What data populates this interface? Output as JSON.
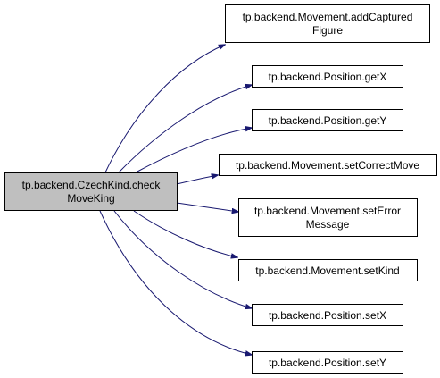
{
  "diagram": {
    "type": "call-graph",
    "colors": {
      "edge": "#191970",
      "root_fill": "#bfbfbf",
      "node_fill": "#ffffff",
      "node_border": "#000000"
    },
    "root": {
      "id": "root",
      "lines": [
        "tp.backend.CzechKind.check",
        "MoveKing"
      ]
    },
    "callees": [
      {
        "id": "add-captured-figure",
        "lines": [
          "tp.backend.Movement.addCaptured",
          "Figure"
        ]
      },
      {
        "id": "position-getx",
        "lines": [
          "tp.backend.Position.getX"
        ]
      },
      {
        "id": "position-gety",
        "lines": [
          "tp.backend.Position.getY"
        ]
      },
      {
        "id": "set-correct-move",
        "lines": [
          "tp.backend.Movement.setCorrectMove"
        ]
      },
      {
        "id": "set-error-message",
        "lines": [
          "tp.backend.Movement.setError",
          "Message"
        ]
      },
      {
        "id": "set-kind",
        "lines": [
          "tp.backend.Movement.setKind"
        ]
      },
      {
        "id": "position-setx",
        "lines": [
          "tp.backend.Position.setX"
        ]
      },
      {
        "id": "position-sety",
        "lines": [
          "tp.backend.Position.setY"
        ]
      }
    ]
  }
}
